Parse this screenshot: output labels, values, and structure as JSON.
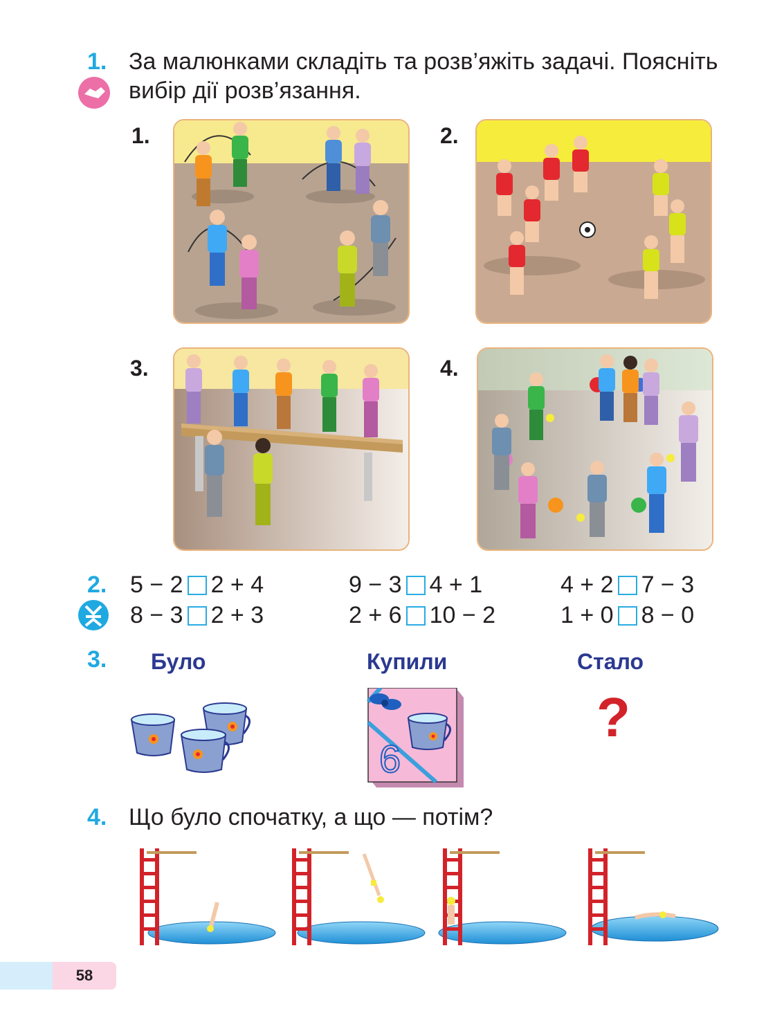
{
  "task1": {
    "number": "1.",
    "text_line1": "За малюнками складіть та розв’яжіть задачі. Поясніть",
    "text_line2": "вибір дії розв’язання.",
    "icon": "handshake-icon",
    "pictures": [
      {
        "label": "1."
      },
      {
        "label": "2."
      },
      {
        "label": "3."
      },
      {
        "label": "4."
      }
    ]
  },
  "task2": {
    "number": "2.",
    "icon": "compare-icon",
    "expressions": [
      [
        "5 − 2",
        "2 + 4"
      ],
      [
        "9 − 3",
        "4 + 1"
      ],
      [
        "4 + 2",
        "7 − 3"
      ],
      [
        "8 − 3",
        "2 + 3"
      ],
      [
        "2 + 6",
        "10 − 2"
      ],
      [
        "1 + 0",
        "8 − 0"
      ]
    ]
  },
  "task3": {
    "number": "3.",
    "was": "Було",
    "bought": "Купили",
    "became": "Стало",
    "box_number": "6",
    "question": "?"
  },
  "task4": {
    "number": "4.",
    "text": "Що було спочатку, а що — потім?"
  },
  "page": {
    "number": "58"
  },
  "colors": {
    "accent": "#1fa9e1",
    "heading": "#2b3990",
    "question": "#d2232a",
    "pink": "#ec6fa8"
  }
}
